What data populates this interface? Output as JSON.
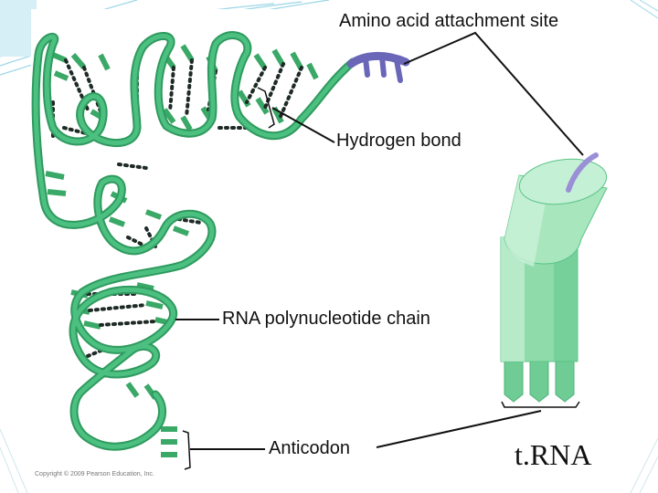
{
  "labels": {
    "amino_acid_site": "Amino acid attachment site",
    "hydrogen_bond": "Hydrogen bond",
    "polynucleotide_chain": "RNA polynucleotide chain",
    "anticodon": "Anticodon",
    "trna": "t.RNA"
  },
  "copyright": "Copyright © 2009 Pearson Education, Inc.",
  "colors": {
    "backbone": "#4cc080",
    "backbone_dark": "#2f9a5e",
    "rung": "#3aa866",
    "hbond_dot": "#1e2a26",
    "amino_group": "#6a66b8",
    "cylinder_light": "#bfedd0",
    "cylinder_mid": "#8fdcaa",
    "cylinder_dark": "#5cc488",
    "slide_corner": "#9bd6e6"
  }
}
